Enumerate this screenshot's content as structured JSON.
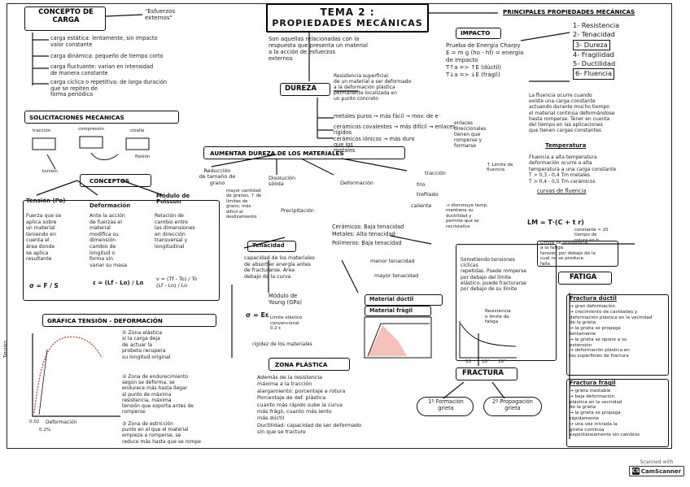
{
  "title": {
    "line1": "TEMA 2 :",
    "line2": "PROPIEDADES MECÁNICAS"
  },
  "intro": "Son aquellas relacionadas con la\nrespuesta que presenta un material\na la acción de esfuerzos\nexternos",
  "concepto_carga": {
    "heading": "CONCEPTO DE\nCARGA",
    "side": "\"Esfuerzos\nexternos\"",
    "items": [
      "carga estática: lentamente, sin impacto\nvalor constante",
      "carga dinámica: pequeño de tiempo corto",
      "carga fluctuante: varían en intensidad\nde manera constante",
      "carga cíclica o repetitiva: de larga duración\nque se repiten de\nforma periódica"
    ]
  },
  "principales": {
    "heading": "PRINCIPALES PROPIEDADES MECÁNICAS",
    "items": [
      "1- Resistencia",
      "2- Tenacidad",
      "3- Dureza",
      "4- Fragilidad",
      "5- Ductilidad",
      "6- Fluencia"
    ]
  },
  "impacto": {
    "heading": "IMPACTO",
    "lines": "Prueba de Energía Charpy\nE = m g (ho - hf) = energía\nde impacto\nT↑a => ↑E (dúctil)\nT↓a => ↓E (frágil)"
  },
  "dureza": {
    "heading": "DUREZA",
    "desc": "Resistencia superficial\nde un material a ser deformado\na la deformación plástica\npermanente localizada en\nun punto concreto",
    "branches": [
      "metales puros → más fácil → mov. de e⁻",
      "cerámicos covalentes → más difícil → enlaces\nrígidos",
      "cerámicos iónicos → más duro\nque los\nmetales"
    ],
    "side": "enlaces\ndireccionales\ntienen que\nromperse y\nformarse"
  },
  "solicitaciones": {
    "heading": "SOLICITACIONES MECÁNICAS",
    "labels": [
      "tracción",
      "compresión",
      "cizalla",
      "flexión",
      "torsión"
    ]
  },
  "aumentar": {
    "heading": "AUMENTAR DUREZA DE LOS MATERIALES",
    "items": [
      "Reducción\nde tamaño de\ngrano",
      "Disolución\nsólida",
      "Precipitación",
      "Deformación"
    ],
    "side_items": [
      "tracción",
      "frío",
      "trefilado",
      "caliente"
    ],
    "side_text": "↑ Límite de\nfluencia",
    "grano_desc": "mayor cantidad\nde granos, ↑ de\nlímites de\ngrano, más\ndifícil el\ndeslizamiento",
    "caliente_desc": "→ disminuye temp.\nmantiene su\nductilidad y\npermite que se\nrecristalice"
  },
  "conceptos": {
    "heading": "CONCEPTOS",
    "tension": {
      "title": "Tensión (Pa)",
      "text": "Fuerza que se\naplica sobre\nun material\nteniendo en\ncuenta el\nárea donde\nse aplica\nresultante",
      "formula": "σ = F / S"
    },
    "deformacion": {
      "title": "Deformación",
      "text": "Ante la acción\nde fuerzas el\nmaterial\nmodifica su\ndimensión\ncambio de\nlongitud o\nforma sin\nvariar su masa",
      "formula": "ε = (Lf - Lo) / Lo"
    },
    "poisson": {
      "title": "Módulo de\nPoisson",
      "text": "Relación de\ncambio entre\nlas dimensiones\nen dirección\ntransversal y\nlongitudinal",
      "formula": "ν = (Tf - To) / To\n(Lf - Lo) / Lo"
    }
  },
  "tenacidad": {
    "heading": "Tenacidad",
    "text": "capacidad de los materiales\nde absorber energía antes\nde fracturarse. Área\ndebajo de la curva",
    "items": [
      "Cerámicos: Baja tenacidad",
      "Metales: Alta tenacidad",
      "Polímeros: Baja tenacidad"
    ],
    "compare": [
      "menor tenacidad",
      "mayor tenacidad"
    ]
  },
  "young": {
    "heading": "Módulo de\nYoung (GPa)",
    "formula": "σ = Eε",
    "note": "Límite elástico\nconvencional\n0.2 ε",
    "extra": "rigidez de los materiales"
  },
  "grafica": {
    "heading": "GRÁFICA TENSIÓN - DEFORMACIÓN",
    "y_axis": "Tensión",
    "x_axis": "Deformación",
    "x_ticks": [
      "0.02",
      "0.2%"
    ],
    "zones": [
      "① Zona elástica\nsi la carga deja\nde actuar la\nprobeta recupera\nsu longitud original",
      "② Zona de endurecimiento\nsegún se deforma, se\nendurece más hasta llegar\nal punto de máxima\nresistencia, máxima\ntensión que soporta antes de\nromperse",
      "③ Zona de estricción\npunto en el que el material\nempieza a romperse, se\nreduce más hasta que se rompe"
    ]
  },
  "zona_plastica": {
    "heading": "ZONA PLÁSTICA",
    "text": "Además de la resistencia\nmáxima a la tracción\nalargamiento: porcentaje a rotura\nPorcentaje de def. plástica\ncuanto más rápido sube la curva\nmás frágil, cuanto más lento\nmás dúctil\nDuctilidad: capacidad de ser deformado\nsin que se fracture"
  },
  "material_ductil": {
    "heading": "Material dúctil"
  },
  "material_fragil": {
    "heading": "Material frágil"
  },
  "fatiga": {
    "heading": "FATIGA",
    "text": "Sometiendo tensiones\ncíclicas\nrepetidas. Puede romperse\npor debajo del límite\nelástico, puede fracturarse\npor debajo de su límite",
    "graph": "Resistencia\no límite de\nfatiga",
    "ticks": [
      "10",
      "10²",
      "10³"
    ],
    "resistencia": "Límite de resistencia\na la fatiga\ntensión por debajo de la\ncual no se produce\nfalla"
  },
  "fluencia": {
    "heading": "Temperatura",
    "text": "La fluencia ocurre cuando\nexiste una carga constante\nactuando durante mucho tiempo\nel material continúa deformándose\nhasta romperse. Tener en cuenta\ndel tiempo en las aplicaciones\nque tienen cargas constantes",
    "temp": "Fluencia a alta temperatura\ndeformación ocurre a alta\ntemperatura a una carga constante\nT > 0,3 - 0,4 Tm metales\nT > 0,4 - 0,5 Tm cerámicos",
    "curvas": "curvas de fluencia",
    "formula": "LM = T·(C + t r)",
    "formula_note": "constante ≈ 20\ntiempo de\nrotura en h"
  },
  "fractura": {
    "heading": "FRACTURA",
    "items": [
      "1º Formación\ngrieta",
      "2º Propagación\ngrieta"
    ],
    "ductil": {
      "heading": "Fractura dúctil",
      "text": "→ gran deformación\n→ crecimiento de cavidades y\ndeformación plástica en la vecindad\nde la grieta\n→ la grieta se propaga\nlentamente\n→ la grieta se opone a su\nextensión\n→ deformación plástica en\nlas superficies de fractura"
    },
    "fragil": {
      "heading": "Fractura frágil",
      "text": "→ grieta inestable\n→ baja deformación\nplástica en la vecindad\nde la grieta\n→ la grieta se propaga\nrápidamente\n→ una vez iniciada la\ngrieta continúa\nespontáneamente sin cambios"
    }
  },
  "scanner": {
    "label": "Scanned with",
    "brand": "CamScanner",
    "icon": "CS"
  },
  "colors": {
    "ink": "#111111",
    "paper": "#ffffff"
  }
}
